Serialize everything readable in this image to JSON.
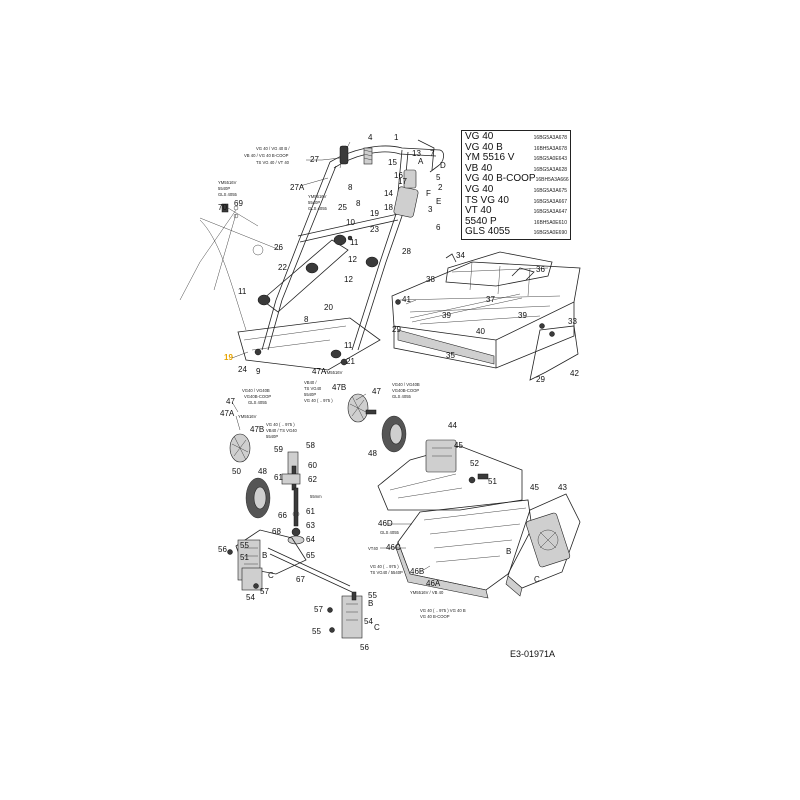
{
  "models": [
    {
      "name": "VG 40",
      "code": "16BG5A3A678"
    },
    {
      "name": "VG 40 B",
      "code": "16BH5A3A678"
    },
    {
      "name": "YM 5516 V",
      "code": "16BG5A0E643"
    },
    {
      "name": "VB 40",
      "code": "16BG5A3A628"
    },
    {
      "name": "VG 40 B-COOP",
      "code": "16BH5A3A666"
    },
    {
      "name": "VG 40",
      "code": "16BG5A3A675"
    },
    {
      "name": "TS VG 40",
      "code": "16BG5A3A667"
    },
    {
      "name": "VT 40",
      "code": "16BG5A3A647"
    },
    {
      "name": "5540 P",
      "code": "16BH5A0E610"
    },
    {
      "name": "GLS 4055",
      "code": "16BG5A0E690"
    }
  ],
  "diagram_code": "E3-01971A",
  "highlight_label": "19",
  "callouts": {
    "c1": "1",
    "c2": "2",
    "c3": "3",
    "c4": "4",
    "c5": "5",
    "c6": "6",
    "c7": "7",
    "c8": "8",
    "c8b": "8",
    "c8c": "8",
    "c9": "9",
    "c10": "10",
    "c11a": "11",
    "c11b": "11",
    "c11c": "11",
    "c12a": "12",
    "c12b": "12",
    "c13": "13",
    "c14": "14",
    "c15": "15",
    "c16": "16",
    "c17": "17",
    "c18": "18",
    "c19": "19",
    "c20": "20",
    "c21": "21",
    "c22": "22",
    "c23": "23",
    "c24": "24",
    "c25": "25",
    "c26": "26",
    "c27": "27",
    "c27a": "27A",
    "c28": "28",
    "c29a": "29",
    "c29b": "29",
    "c33": "33",
    "c34": "34",
    "c35": "35",
    "c36": "36",
    "c37": "37",
    "c38": "38",
    "c39a": "39",
    "c39b": "39",
    "c40": "40",
    "c41": "41",
    "c42": "42",
    "c43": "43",
    "c44": "44",
    "c45a": "45",
    "c45b": "45",
    "c46a": "46A",
    "c46b": "46B",
    "c46c": "46C",
    "c46d": "46D",
    "c47a": "47",
    "c47b": "47",
    "c47A1": "47A",
    "c47A2": "47A",
    "c47B1": "47B",
    "c47B2": "47B",
    "c48a": "48",
    "c48b": "48",
    "c50": "50",
    "c51a": "51",
    "c51b": "51",
    "c52": "52",
    "c54a": "54",
    "c54b": "54",
    "c55a": "55",
    "c55b": "55",
    "c55c": "55",
    "c56a": "56",
    "c56b": "56",
    "c57a": "57",
    "c57b": "57",
    "c58": "58",
    "c59": "59",
    "c60": "60",
    "c61a": "61",
    "c61b": "61",
    "c62": "62",
    "c63": "63",
    "c64": "64",
    "c65": "65",
    "c66": "66",
    "c67": "67",
    "c68": "68",
    "c69": "69",
    "c70": "70",
    "cA": "A",
    "cB1": "B",
    "cB2": "B",
    "cB3": "B",
    "cC1": "C",
    "cC2": "C",
    "cC3": "C",
    "cD": "D",
    "cE": "E",
    "cF": "F"
  },
  "notes": {
    "n27": "VG 40 / VG 40 B /",
    "n27b": "VB 40 / VG 40 B-COOP",
    "n27c": "TS VG 40 / VT 40",
    "n27A1": "YM5516V",
    "n27A2": "5540P",
    "n27A3": "GLS 4055",
    "n70a": "YM5516V",
    "n70b": "5540P",
    "n70c": "GLS 4055",
    "n47A_top": "YM5516V",
    "n47B_1": "VB40 /",
    "n47B_2": "TS VG40",
    "n47B_3": "5540P",
    "n47B_4": "VG 40 ( .. 975 )",
    "n47_1": "VG40 / VG40B",
    "n47_2": "VG40B-COOP",
    "n47_3": "GLS 4055",
    "n47L_1": "VG40 / VG40B",
    "n47L_2": "VG40B-COOP",
    "n47L_3": "GLS 4055",
    "n47A_left": "YM5516V",
    "n47B_L1": "VG 40 ( .. 975 )",
    "n47B_L2": "VB40 / TS VG40",
    "n47B_L3": "5540P",
    "n46D": "GLS 4055",
    "n46C": "VT40",
    "n46B": "VG 40 ( .. 975 )",
    "n46B_b": "TS VG40 / 5540P",
    "n46A": "YM5516V / VB 40",
    "n46_1": "VG 40 ( .. 975 ) VG 40 B",
    "n46_2": "VG 40 B-COOP",
    "n61": "55mm"
  }
}
